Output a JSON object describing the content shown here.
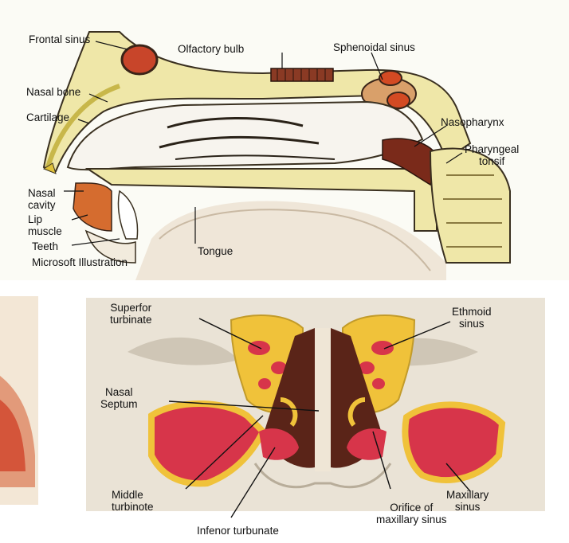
{
  "top_diagram": {
    "labels": {
      "frontal_sinus": "Frontal sinus",
      "olfactory_bulb": "Olfactory bulb",
      "sphenoidal_sinus": "Sphenoidal sinus",
      "nasal_bone": "Nasal bone",
      "cartilage": "Cartilage",
      "nasopharynx": "Nasopharynx",
      "pharyngeal_tonsil": "Pharyngeal\ntonsif",
      "nasal_cavity": "Nasal\ncavity",
      "lip_muscle": "Lip\nmuscle",
      "teeth": "Teeth",
      "credit": "Microsoft Illustration",
      "tongue": "Tongue"
    }
  },
  "bottom_diagram": {
    "labels": {
      "superior_turbinate": "Superfor\nturbinate",
      "ethmoid_sinus": "Ethmoid\nsinus",
      "nasal_septum": "Nasal\nSeptum",
      "middle_turbinate": "Middle\nturbinote",
      "inferior_turbinate": "Infenor turbunate",
      "orifice_maxillary": "Orifice of\nmaxillary sinus",
      "maxillary_sinus": "Maxillary\nsinus"
    }
  },
  "colors": {
    "bone": "#efe7a8",
    "sinus_red": "#d62a2a",
    "sinus_orange": "#e0562c",
    "dark_brown": "#5a2418",
    "skin": "#eadfcb",
    "yellow_mucosa": "#f0c23a",
    "line": "#1a1a1a"
  }
}
